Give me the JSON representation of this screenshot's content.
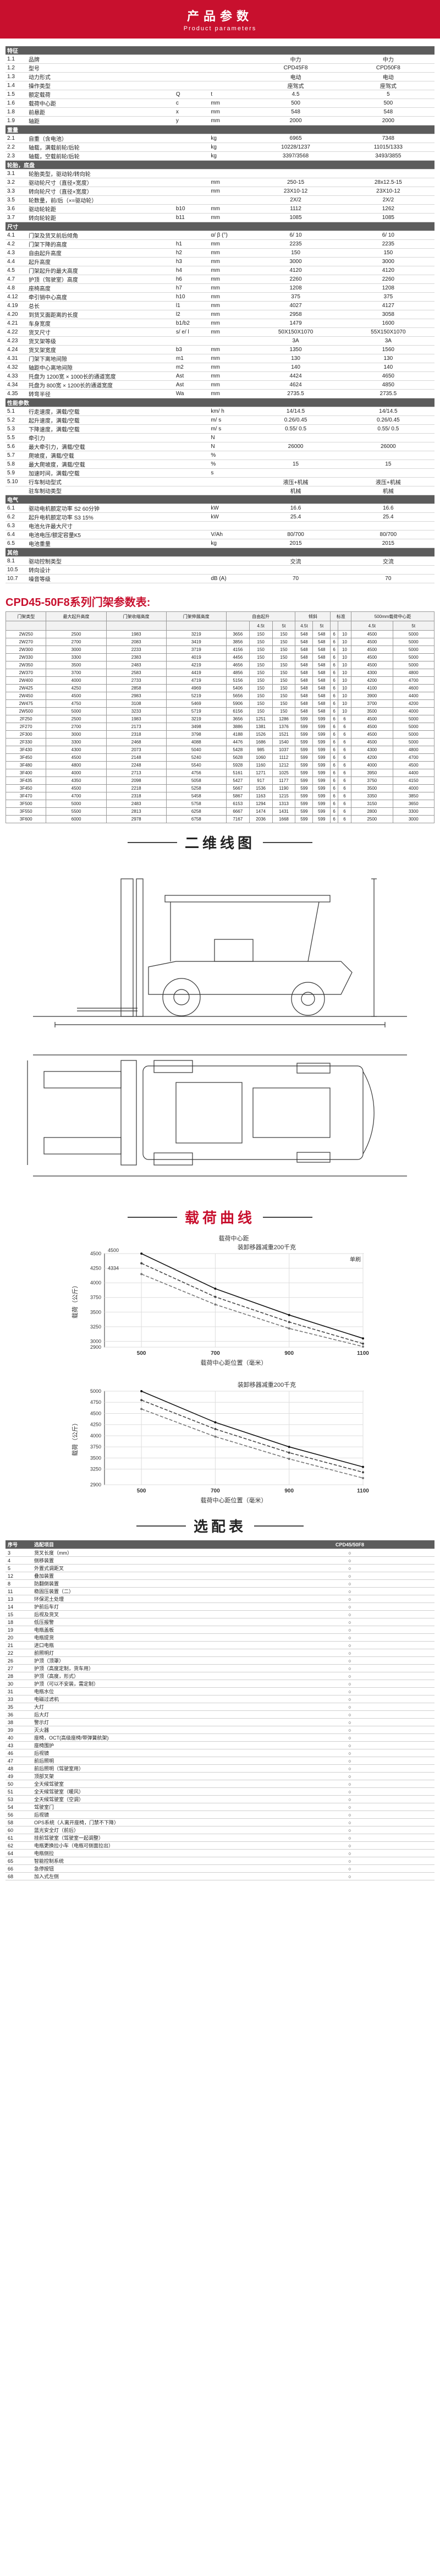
{
  "banner": {
    "title": "产品参数",
    "subtitle": "Product parameters"
  },
  "spec_groups": [
    {
      "title": "特征",
      "rows": [
        [
          "1.1",
          "品牌",
          "",
          "",
          "中力",
          "中力"
        ],
        [
          "1.2",
          "型号",
          "",
          "",
          "CPD45F8",
          "CPD50F8"
        ],
        [
          "1.3",
          "动力形式",
          "",
          "",
          "电动",
          "电动"
        ],
        [
          "1.4",
          "操作类型",
          "",
          "",
          "座驾式",
          "座驾式"
        ],
        [
          "1.5",
          "额定载荷",
          "Q",
          "t",
          "4.5",
          "5"
        ],
        [
          "1.6",
          "载荷中心距",
          "c",
          "mm",
          "500",
          "500"
        ],
        [
          "1.8",
          "前悬距",
          "x",
          "mm",
          "548",
          "548"
        ],
        [
          "1.9",
          "轴距",
          "y",
          "mm",
          "2000",
          "2000"
        ]
      ]
    },
    {
      "title": "重量",
      "rows": [
        [
          "2.1",
          "自重（含电池）",
          "",
          "kg",
          "6965",
          "7348"
        ],
        [
          "2.2",
          "轴载，满载前轮/后轮",
          "",
          "kg",
          "10228/1237",
          "11015/1333"
        ],
        [
          "2.3",
          "轴载，空载前轮/后轮",
          "",
          "kg",
          "3397/3568",
          "3493/3855"
        ]
      ]
    },
    {
      "title": "轮胎，底盘",
      "rows": [
        [
          "3.1",
          "轮胎类型，驱动轮/转向轮",
          "",
          "",
          "",
          ""
        ],
        [
          "3.2",
          "驱动轮尺寸（直径×宽度）",
          "",
          "mm",
          "250-15",
          "28x12.5-15"
        ],
        [
          "3.3",
          "转向轮尺寸（直径×宽度）",
          "",
          "mm",
          "23X10-12",
          "23X10-12"
        ],
        [
          "3.5",
          "轮数量，前/后（×=驱动轮）",
          "",
          "",
          "2X/2",
          "2X/2"
        ],
        [
          "3.6",
          "驱动轮轮距",
          "b10",
          "mm",
          "1112",
          "1262"
        ],
        [
          "3.7",
          "转向轮轮距",
          "b11",
          "mm",
          "1085",
          "1085"
        ]
      ]
    },
    {
      "title": "尺寸",
      "rows": [
        [
          "4.1",
          "门架及货叉前后倾角",
          "",
          "α/ β (°)",
          "6/ 10",
          "6/ 10"
        ],
        [
          "4.2",
          "门架下降的高度",
          "h1",
          "mm",
          "2235",
          "2235"
        ],
        [
          "4.3",
          "自由起升高度",
          "h2",
          "mm",
          "150",
          "150"
        ],
        [
          "4.4",
          "起升高度",
          "h3",
          "mm",
          "3000",
          "3000"
        ],
        [
          "4.5",
          "门架起升的最大高度",
          "h4",
          "mm",
          "4120",
          "4120"
        ],
        [
          "4.7",
          "护顶（驾驶室）高度",
          "h6",
          "mm",
          "2260",
          "2260"
        ],
        [
          "4.8",
          "座椅高度",
          "h7",
          "mm",
          "1208",
          "1208"
        ],
        [
          "4.12",
          "牵引销中心高度",
          "h10",
          "mm",
          "375",
          "375"
        ],
        [
          "4.19",
          "总长",
          "l1",
          "mm",
          "4027",
          "4127"
        ],
        [
          "4.20",
          "到货叉面距离的长度",
          "l2",
          "mm",
          "2958",
          "3058"
        ],
        [
          "4.21",
          "车身宽度",
          "b1/b2",
          "mm",
          "1479",
          "1600"
        ],
        [
          "4.22",
          "货叉尺寸",
          "s/ e/ l",
          "mm",
          "50X150X1070",
          "55X150X1070"
        ],
        [
          "4.23",
          "货叉架等级",
          "",
          "",
          "3A",
          "3A"
        ],
        [
          "4.24",
          "货叉架宽度",
          "b3",
          "mm",
          "1350",
          "1560"
        ],
        [
          "4.31",
          "门架下离地间隙",
          "m1",
          "mm",
          "130",
          "130"
        ],
        [
          "4.32",
          "轴距中心离地间隙",
          "m2",
          "mm",
          "140",
          "140"
        ],
        [
          "4.33",
          "托盘为 1200宽 × 1000长的通道宽度",
          "Ast",
          "mm",
          "4424",
          "4650"
        ],
        [
          "4.34",
          "托盘为 800宽 × 1200长的通道宽度",
          "Ast",
          "mm",
          "4624",
          "4850"
        ],
        [
          "4.35",
          "转弯半径",
          "Wa",
          "mm",
          "2735.5",
          "2735.5"
        ]
      ]
    },
    {
      "title": "性能参数",
      "rows": [
        [
          "5.1",
          "行走速度，满载/空载",
          "",
          "km/ h",
          "14/14.5",
          "14/14.5"
        ],
        [
          "5.2",
          "起升速度，满载/空载",
          "",
          "m/ s",
          "0.26/0.45",
          "0.26/0.45"
        ],
        [
          "5.3",
          "下降速度，满载/空载",
          "",
          "m/ s",
          "0.55/ 0.5",
          "0.55/ 0.5"
        ],
        [
          "5.5",
          "牵引力",
          "",
          "N",
          "",
          ""
        ],
        [
          "5.6",
          "最大牵引力，满载/空载",
          "",
          "N",
          "26000",
          "26000"
        ],
        [
          "5.7",
          "爬坡度，满载/空载",
          "",
          "%",
          "",
          ""
        ],
        [
          "5.8",
          "最大爬坡度，满载/空载",
          "",
          "%",
          "15",
          "15"
        ],
        [
          "5.9",
          "加速时间，满载/空载",
          "",
          "s",
          "",
          ""
        ],
        [
          "5.10",
          "行车制动型式",
          "",
          "",
          "液压+机械",
          "液压+机械"
        ],
        [
          "",
          "驻车制动类型",
          "",
          "",
          "机械",
          "机械"
        ]
      ]
    },
    {
      "title": "电气",
      "rows": [
        [
          "6.1",
          "驱动电机额定功率 S2 60分钟",
          "",
          "kW",
          "16.6",
          "16.6"
        ],
        [
          "6.2",
          "起升电机额定功率 S3 15%",
          "",
          "kW",
          "25.4",
          "25.4"
        ],
        [
          "6.3",
          "电池允许最大尺寸",
          "",
          "",
          "",
          ""
        ],
        [
          "6.4",
          "电池电压/额定容量K5",
          "",
          "V/Ah",
          "80/700",
          "80/700"
        ],
        [
          "6.5",
          "电池重量",
          "",
          "kg",
          "2015",
          "2015"
        ]
      ]
    },
    {
      "title": "其他",
      "rows": [
        [
          "8.1",
          "驱动控制类型",
          "",
          "",
          "交流",
          "交流"
        ],
        [
          "10.5",
          "转向设计",
          "",
          "",
          "",
          ""
        ],
        [
          "10.7",
          "噪音等级",
          "",
          "dB (A)",
          "70",
          "70"
        ]
      ]
    }
  ],
  "mast": {
    "title": "CPD45-50F8系列门架参数表:",
    "headers": [
      "门架类型",
      "最大起升高度",
      "门架收缩高度",
      "门架伸展高度",
      "自由起升",
      "倾斜",
      "4.5t",
      "5t",
      "4.5t",
      "5t",
      "标准",
      "500mm载荷中心距"
    ],
    "rows": [
      [
        "2W250",
        "2500",
        "1983",
        "3219",
        "3656",
        "150",
        "150",
        "548",
        "548",
        "6",
        "10",
        "4500",
        "5000"
      ],
      [
        "2W270",
        "2700",
        "2083",
        "3419",
        "3856",
        "150",
        "150",
        "548",
        "548",
        "6",
        "10",
        "4500",
        "5000"
      ],
      [
        "2W300",
        "3000",
        "2233",
        "3719",
        "4156",
        "150",
        "150",
        "548",
        "548",
        "6",
        "10",
        "4500",
        "5000"
      ],
      [
        "2W330",
        "3300",
        "2383",
        "4019",
        "4456",
        "150",
        "150",
        "548",
        "548",
        "6",
        "10",
        "4500",
        "5000"
      ],
      [
        "2W350",
        "3500",
        "2483",
        "4219",
        "4656",
        "150",
        "150",
        "548",
        "548",
        "6",
        "10",
        "4500",
        "5000"
      ],
      [
        "2W370",
        "3700",
        "2583",
        "4419",
        "4856",
        "150",
        "150",
        "548",
        "548",
        "6",
        "10",
        "4300",
        "4800"
      ],
      [
        "2W400",
        "4000",
        "2733",
        "4719",
        "5156",
        "150",
        "150",
        "548",
        "548",
        "6",
        "10",
        "4200",
        "4700"
      ],
      [
        "2W425",
        "4250",
        "2858",
        "4969",
        "5406",
        "150",
        "150",
        "548",
        "548",
        "6",
        "10",
        "4100",
        "4600"
      ],
      [
        "2W450",
        "4500",
        "2983",
        "5219",
        "5656",
        "150",
        "150",
        "548",
        "548",
        "6",
        "10",
        "3900",
        "4400"
      ],
      [
        "2W475",
        "4750",
        "3108",
        "5469",
        "5906",
        "150",
        "150",
        "548",
        "548",
        "6",
        "10",
        "3700",
        "4200"
      ],
      [
        "2W500",
        "5000",
        "3233",
        "5719",
        "6156",
        "150",
        "150",
        "548",
        "548",
        "6",
        "10",
        "3500",
        "4000"
      ],
      [
        "2F250",
        "2500",
        "1983",
        "3219",
        "3656",
        "1251",
        "1286",
        "599",
        "599",
        "6",
        "6",
        "4500",
        "5000"
      ],
      [
        "2F270",
        "2700",
        "2173",
        "3498",
        "3886",
        "1381",
        "1376",
        "599",
        "599",
        "6",
        "6",
        "4500",
        "5000"
      ],
      [
        "2F300",
        "3000",
        "2318",
        "3798",
        "4188",
        "1526",
        "1521",
        "599",
        "599",
        "6",
        "6",
        "4500",
        "5000"
      ],
      [
        "2F330",
        "3300",
        "2468",
        "4088",
        "4476",
        "1686",
        "1540",
        "599",
        "599",
        "6",
        "6",
        "4500",
        "5000"
      ],
      [
        "3F430",
        "4300",
        "2073",
        "5040",
        "5428",
        "985",
        "1037",
        "599",
        "599",
        "6",
        "6",
        "4300",
        "4800"
      ],
      [
        "3F450",
        "4500",
        "2148",
        "5240",
        "5628",
        "1060",
        "1112",
        "599",
        "599",
        "6",
        "6",
        "4200",
        "4700"
      ],
      [
        "3F480",
        "4800",
        "2248",
        "5540",
        "5928",
        "1160",
        "1212",
        "599",
        "599",
        "6",
        "6",
        "4000",
        "4500"
      ],
      [
        "3F400",
        "4000",
        "2713",
        "4756",
        "5161",
        "1271",
        "1025",
        "599",
        "599",
        "6",
        "6",
        "3950",
        "4400"
      ],
      [
        "3F435",
        "4350",
        "2098",
        "5058",
        "5427",
        "917",
        "1177",
        "599",
        "599",
        "6",
        "6",
        "3750",
        "4150"
      ],
      [
        "3F450",
        "4500",
        "2218",
        "5258",
        "5667",
        "1536",
        "1190",
        "599",
        "599",
        "6",
        "6",
        "3500",
        "4000"
      ],
      [
        "3F470",
        "4700",
        "2318",
        "5458",
        "5867",
        "1163",
        "1215",
        "599",
        "599",
        "6",
        "6",
        "3350",
        "3850"
      ],
      [
        "3F500",
        "5000",
        "2483",
        "5758",
        "6153",
        "1294",
        "1313",
        "599",
        "599",
        "6",
        "6",
        "3150",
        "3650"
      ],
      [
        "3F550",
        "5500",
        "2813",
        "6258",
        "6667",
        "1474",
        "1431",
        "599",
        "599",
        "6",
        "6",
        "2800",
        "3300"
      ],
      [
        "3F600",
        "6000",
        "2978",
        "6758",
        "7167",
        "2036",
        "1668",
        "599",
        "599",
        "6",
        "6",
        "2500",
        "3000"
      ]
    ]
  },
  "sections": {
    "drawing": "二维线图",
    "load_curve": "载荷曲线",
    "options": "选配表"
  },
  "chart_data": [
    {
      "type": "line",
      "title": "装卸移器减重200千克",
      "xlabel": "载荷中心距位置（毫米）",
      "ylabel": "载荷（公斤）",
      "xlabel_top": "载荷中心距",
      "unit_right": "单刷",
      "x": [
        500,
        700,
        900,
        1100
      ],
      "y_ticks": [
        2900,
        3000,
        3250,
        3500,
        3750,
        4000,
        4250,
        4500
      ],
      "ylim": [
        2900,
        4500
      ],
      "xlim": [
        400,
        1100
      ],
      "annotations": [
        "4500",
        "4334"
      ],
      "series": [
        {
          "name": "4500",
          "values": [
            4500,
            3900,
            3450,
            3050
          ]
        },
        {
          "name": "4334",
          "values": [
            4334,
            3760,
            3330,
            2960
          ]
        },
        {
          "name": "",
          "values": [
            4150,
            3630,
            3220,
            2910
          ]
        }
      ]
    },
    {
      "type": "line",
      "title": "装卸移器减重200千克",
      "xlabel": "载荷中心距位置（毫米）",
      "ylabel": "载荷（公斤）",
      "x": [
        500,
        700,
        900,
        1100
      ],
      "y_ticks": [
        2900,
        3250,
        3500,
        3750,
        4000,
        4250,
        4500,
        4750,
        5000
      ],
      "ylim": [
        2900,
        5000
      ],
      "xlim": [
        400,
        1100
      ],
      "series": [
        {
          "name": "",
          "values": [
            5000,
            4300,
            3750,
            3300
          ]
        },
        {
          "name": "",
          "values": [
            4800,
            4150,
            3620,
            3180
          ]
        },
        {
          "name": "",
          "values": [
            4600,
            3980,
            3480,
            3050
          ]
        }
      ]
    }
  ],
  "options": {
    "headers": [
      "序号",
      "选配项目",
      "CPD45/50F8"
    ],
    "rows": [
      [
        "3",
        "货叉长度（mm）",
        "○"
      ],
      [
        "4",
        "侧移装置",
        "○"
      ],
      [
        "5",
        "外置式调距叉",
        "○"
      ],
      [
        "12",
        "叠加装置",
        "○"
      ],
      [
        "8",
        "防翻倒装置",
        "○"
      ],
      [
        "11",
        "稳固压装置（二）",
        "○"
      ],
      [
        "13",
        "环保泥土处理",
        "○"
      ],
      [
        "14",
        "护前后车灯",
        "○"
      ],
      [
        "15",
        "后视及货叉",
        "○"
      ],
      [
        "18",
        "低压报警",
        "○"
      ],
      [
        "19",
        "电瓶盖板",
        "○"
      ],
      [
        "20",
        "电瓶提货",
        "○"
      ],
      [
        "21",
        "进口电瓶",
        "○"
      ],
      [
        "22",
        "前照明灯",
        "○"
      ],
      [
        "26",
        "护顶（顶罩）",
        "○"
      ],
      [
        "27",
        "护顶（高度定制，货车用）",
        "○"
      ],
      [
        "28",
        "护顶（高度，形式）",
        "○"
      ],
      [
        "30",
        "护顶（可以不安装，需定制）",
        "○"
      ],
      [
        "31",
        "电瓶水位",
        "○"
      ],
      [
        "33",
        "电磁过滤机",
        "○"
      ],
      [
        "35",
        "大灯",
        "○"
      ],
      [
        "36",
        "后大灯",
        "○"
      ],
      [
        "38",
        "警示灯",
        "○"
      ],
      [
        "39",
        "灭火器",
        "○"
      ],
      [
        "40",
        "座椅，OCT(高级座椅/带弹簧航架)",
        "○"
      ],
      [
        "43",
        "座椅围护",
        "○"
      ],
      [
        "46",
        "后视镜",
        "○"
      ],
      [
        "47",
        "前后照明",
        "○"
      ],
      [
        "48",
        "前后照明（驾驶室用）",
        "○"
      ],
      [
        "49",
        "顶部叉架",
        "○"
      ],
      [
        "50",
        "全天候驾驶室",
        "○"
      ],
      [
        "51",
        "全天候驾驶室（暖风）",
        "○"
      ],
      [
        "53",
        "全天候驾驶室（空调）",
        "○"
      ],
      [
        "54",
        "驾驶室门",
        "○"
      ],
      [
        "56",
        "后视镜",
        "○"
      ],
      [
        "58",
        "OPS系统（人离开座椅，门禁不下降）",
        "○"
      ],
      [
        "60",
        "蓝光安全灯（前后）",
        "○"
      ],
      [
        "61",
        "挂前驾驶室（驾驶室一起调整）",
        "○"
      ],
      [
        "62",
        "电瓶更换拉小车（电瓶可侧面拉出）",
        "○"
      ],
      [
        "64",
        "电瓶侧拉",
        "○"
      ],
      [
        "65",
        "智能控制系统",
        "○"
      ],
      [
        "66",
        "急停按钮",
        "○"
      ],
      [
        "68",
        "加入式左侧",
        "○"
      ]
    ]
  }
}
